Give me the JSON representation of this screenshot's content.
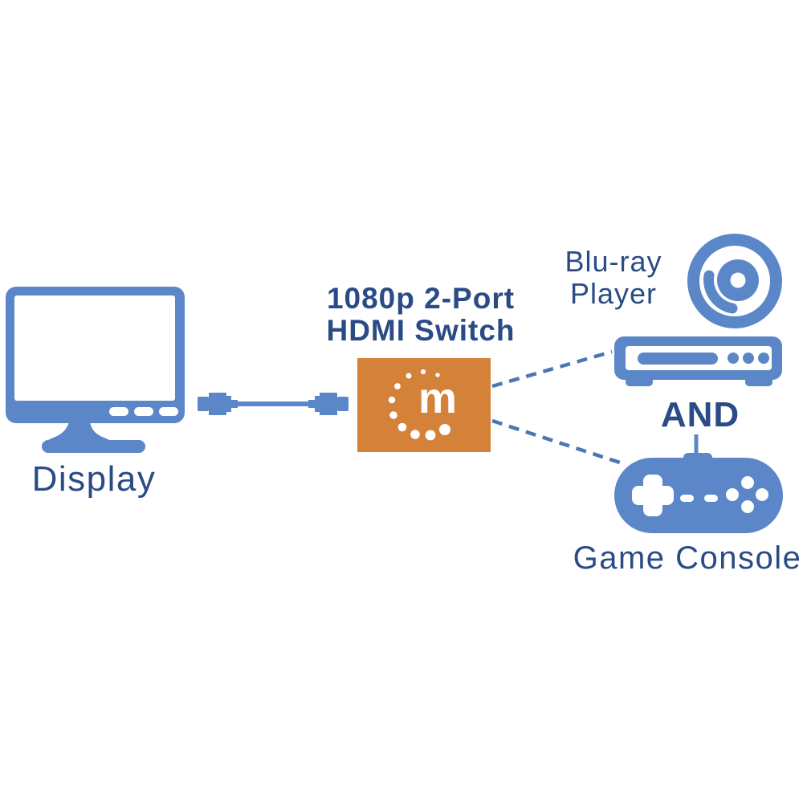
{
  "colors": {
    "background": "#ffffff",
    "icon-blue": "#5b87c8",
    "line-blue": "#4a76b6",
    "text-navy": "#2a4b85",
    "accent-orange": "#d4813a",
    "logo-white": "#ffffff"
  },
  "switch": {
    "title_line1": "1080p 2-Port",
    "title_line2": "HDMI Switch",
    "logo_letter": "m"
  },
  "devices": {
    "display": {
      "label": "Display"
    },
    "bluray": {
      "label_line1": "Blu-ray",
      "label_line2": "Player"
    },
    "game_console": {
      "label": "Game Console"
    }
  },
  "connector_text": {
    "and": "AND"
  },
  "connections": [
    {
      "from": "display",
      "to": "hdmi-switch",
      "type": "hdmi-cable"
    },
    {
      "from": "hdmi-switch",
      "to": "blu-ray-player",
      "type": "dashed"
    },
    {
      "from": "hdmi-switch",
      "to": "game-console",
      "type": "dashed"
    }
  ]
}
